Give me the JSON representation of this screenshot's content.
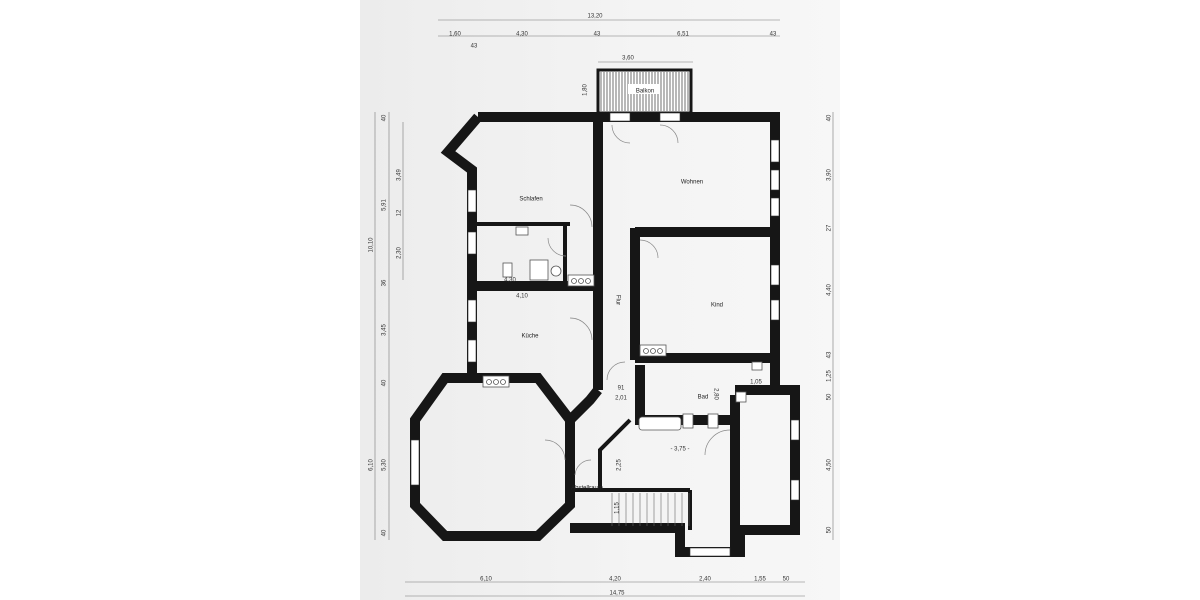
{
  "plan": {
    "rooms": {
      "balkon": "Balkon",
      "schlafen": "Schlafen",
      "wohnen": "Wohnen",
      "kind": "Kind",
      "kueche": "Küche",
      "flur": "Flur",
      "bad": "Bad",
      "abstellraum": "Abstellraum"
    },
    "inner_dimensions": [
      "4,30",
      "4,10",
      "1,05",
      "2,80",
      "91",
      "2,01",
      "- 3,75 -",
      "2,25",
      "1,15"
    ],
    "top_dimensions": [
      "13,20",
      "1,60",
      "4,30",
      "43",
      "6,51",
      "43",
      "43",
      "3,60",
      "1,80"
    ],
    "left_dimensions": [
      "10,10",
      "40",
      "5,91",
      "36",
      "3,45",
      "40",
      "6,10",
      "5,30",
      "40",
      "3,49",
      "12",
      "2,30"
    ],
    "right_dimensions": [
      "40",
      "3,90",
      "27",
      "4,40",
      "43",
      "1,25",
      "50",
      "4,50",
      "50"
    ],
    "bottom_dimensions": [
      "6,10",
      "4,20",
      "2,40",
      "1,55",
      "50",
      "14,75"
    ]
  }
}
